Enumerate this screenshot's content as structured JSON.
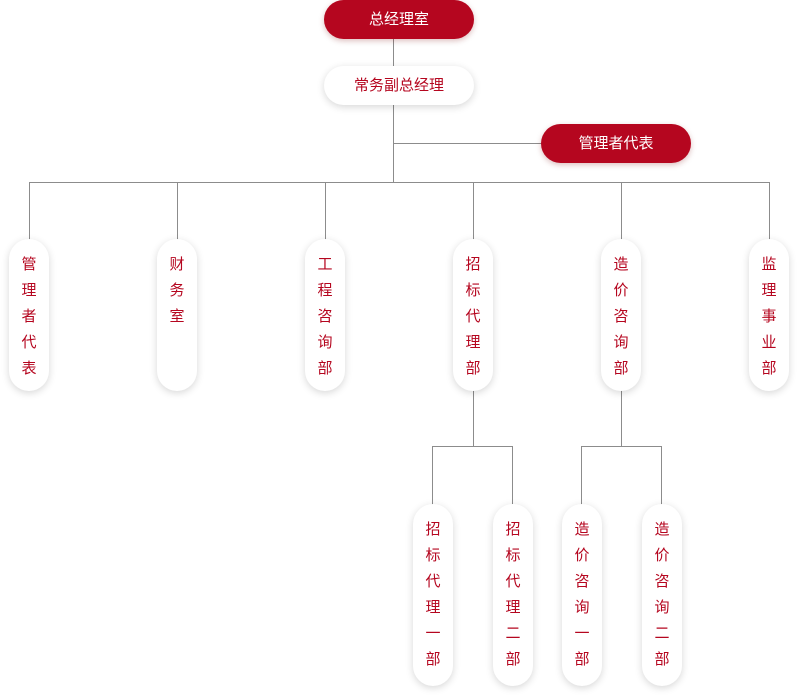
{
  "org": {
    "top": "总经理室",
    "deputy": "常务副总经理",
    "representative": "管理者代表",
    "departments": [
      "管理者代表",
      "财务室",
      "工程咨询部",
      "招标代理部",
      "造价咨询部",
      "监理事业部"
    ],
    "sub_bidding": [
      "招标代理一部",
      "招标代理二部"
    ],
    "sub_cost": [
      "造价咨询一部",
      "造价咨询二部"
    ]
  },
  "colors": {
    "accent": "#b5061f",
    "line": "#8c8c8c"
  }
}
